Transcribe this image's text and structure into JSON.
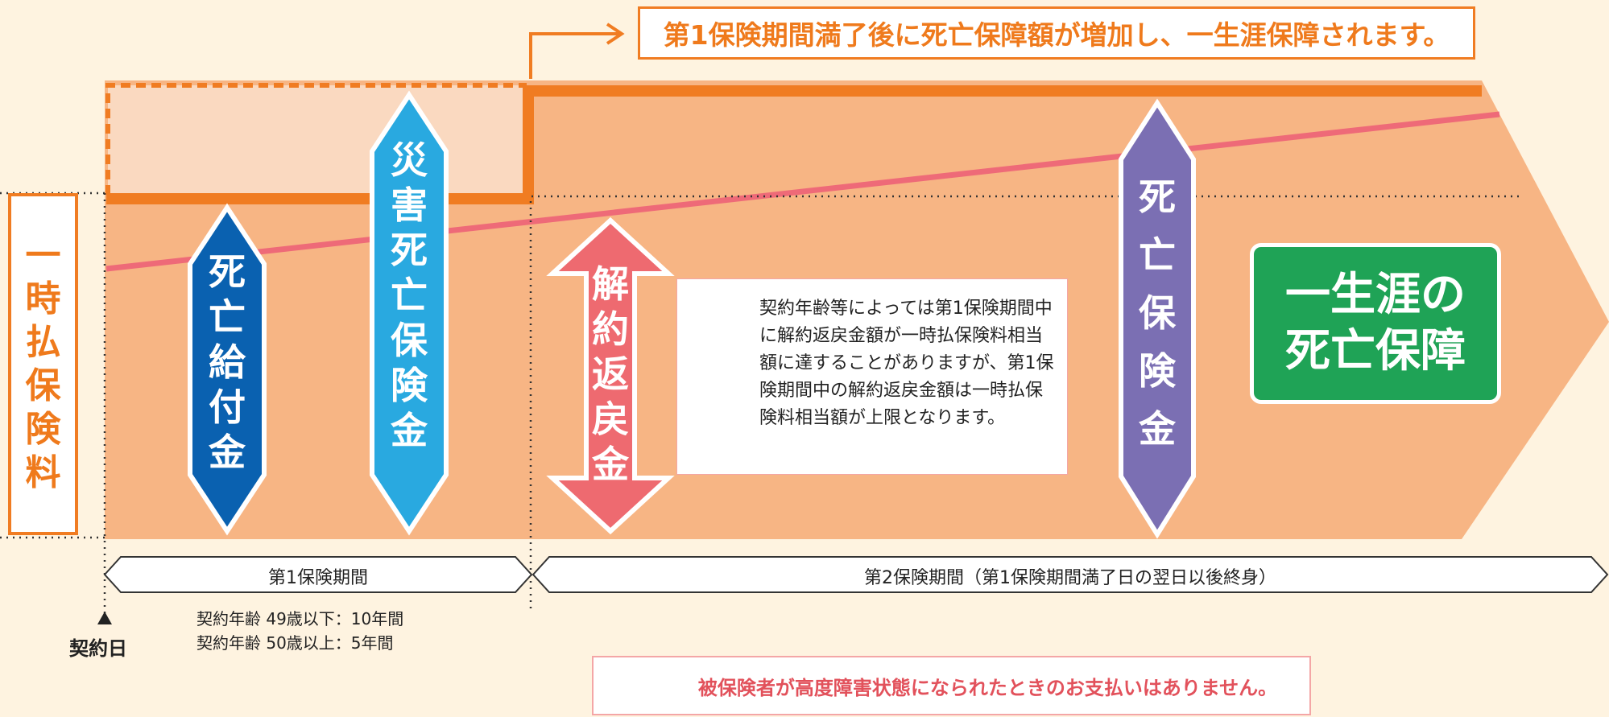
{
  "callout_top": "第1保険期間満了後に死亡保障額が増加し、一生涯保障されます。",
  "premium_label": [
    "一",
    "時",
    "払",
    "保",
    "険",
    "料"
  ],
  "arrows": {
    "death_benefit": [
      "死",
      "亡",
      "給",
      "付",
      "金"
    ],
    "accident_death": [
      "災",
      "害",
      "死",
      "亡",
      "保",
      "険",
      "金"
    ],
    "surrender": [
      "解",
      "約",
      "返",
      "戻",
      "金"
    ],
    "death_insurance": [
      "死",
      "亡",
      "保",
      "険",
      "金"
    ]
  },
  "note_text": "契約年齢等によっては第1保険期間中に解約返戻金額が一時払保険料相当額に達することがありますが、第1保険期間中の解約返戻金額は一時払保険料相当額が上限となります。",
  "lifetime_box": [
    "一生涯の",
    "死亡保障"
  ],
  "periods": {
    "first": "第1保険期間",
    "second": "第2保険期間（第1保険期間満了日の翌日以後終身）"
  },
  "first_period_notes": [
    "契約年齢 49歳以下：10年間",
    "契約年齢 50歳以上：5年間"
  ],
  "contract_day": "契約日",
  "bottom_warning": "被保険者が高度障害状態になられたときのお支払いはありません。",
  "colors": {
    "background": "#fef3e0",
    "main_area": "#f7b584",
    "orange_line": "#f07c22",
    "pink_line": "#ee6a78",
    "blue_arrow": "#0a61b0",
    "cyan_arrow": "#29a9e0",
    "pink_arrow": "#ee6a70",
    "purple_arrow": "#7b6fb3",
    "green_box": "#1fa356",
    "warning_red": "#e2303a"
  }
}
